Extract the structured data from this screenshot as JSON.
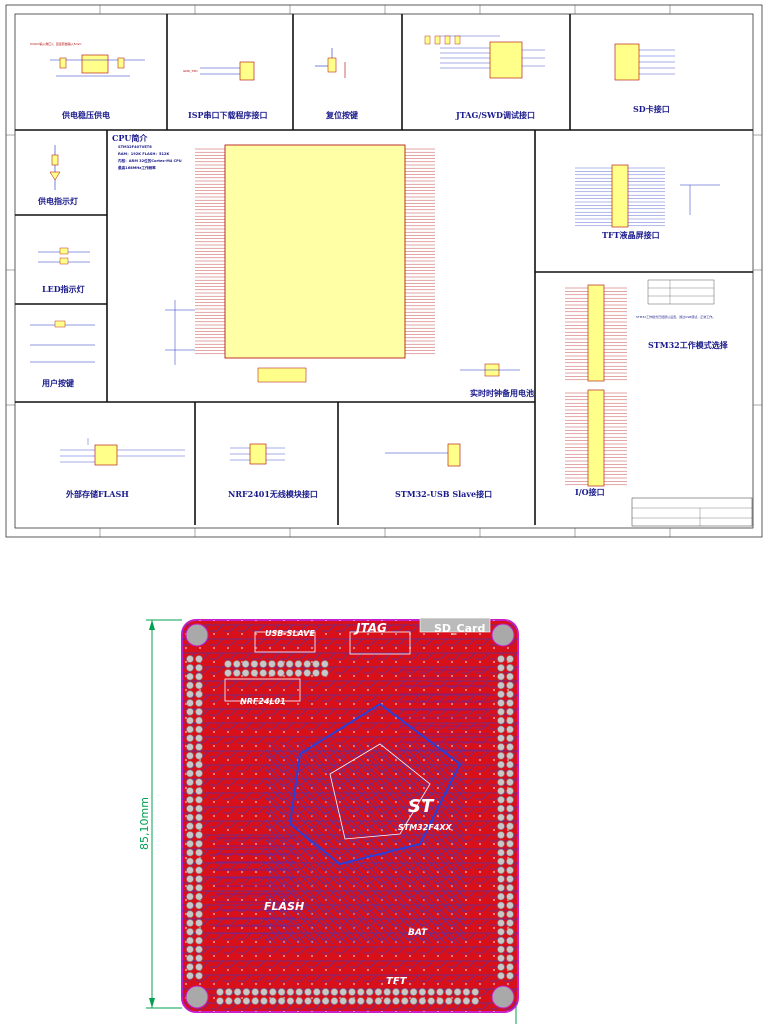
{
  "schematic": {
    "blocks": [
      {
        "key": "power",
        "label": "供电稳压供电"
      },
      {
        "key": "isp",
        "label": "ISP串口下载程序接口"
      },
      {
        "key": "reset",
        "label": "复位按键"
      },
      {
        "key": "jtag",
        "label": "JTAG/SWD调试接口"
      },
      {
        "key": "sd",
        "label": "SD卡接口"
      },
      {
        "key": "power_led",
        "label": "供电指示灯"
      },
      {
        "key": "led",
        "label": "LED指示灯"
      },
      {
        "key": "keys",
        "label": "用户按键"
      },
      {
        "key": "tft",
        "label": "TFT液晶屏接口"
      },
      {
        "key": "boot",
        "label": "STM32工作模式选择"
      },
      {
        "key": "rtc",
        "label": "实时时钟备用电池"
      },
      {
        "key": "io",
        "label": "I/O接口"
      },
      {
        "key": "flash",
        "label": "外部存储FLASH"
      },
      {
        "key": "nrf",
        "label": "NRF2401无线模块接口"
      },
      {
        "key": "usb",
        "label": "STM32-USB Slave接口"
      }
    ],
    "cpu": {
      "title": "CPU简介",
      "lines": [
        "STM32F407VET6",
        "RAM：192K     FLASH：512K",
        "内核：ARM 32位的Cortex-M4 CPU",
        "最高168MHz工作频率"
      ]
    },
    "power_note": "5V(DC输入端口)，直接原始输入5mm",
    "boot_note": "STM32工作模式已经默认设置，通过USB调试，正常工作。"
  },
  "pcb": {
    "labels": [
      {
        "key": "usb_slave",
        "text": "USB-SLAVE"
      },
      {
        "key": "jtag",
        "text": "JTAG"
      },
      {
        "key": "sd_card",
        "text": "SD_Card"
      },
      {
        "key": "nrf",
        "text": "NRF24L01"
      },
      {
        "key": "mcu",
        "text": "STM32F4XX"
      },
      {
        "key": "flash",
        "text": "FLASH"
      },
      {
        "key": "bat",
        "text": "BAT"
      },
      {
        "key": "tft",
        "text": "TFT"
      }
    ],
    "logo": "ST",
    "dimension": "85,10mm",
    "colors": {
      "board": "#d8101a",
      "trace_blue": "#2a3fd8",
      "outline": "#c71ec7",
      "dim": "#00a050"
    }
  }
}
